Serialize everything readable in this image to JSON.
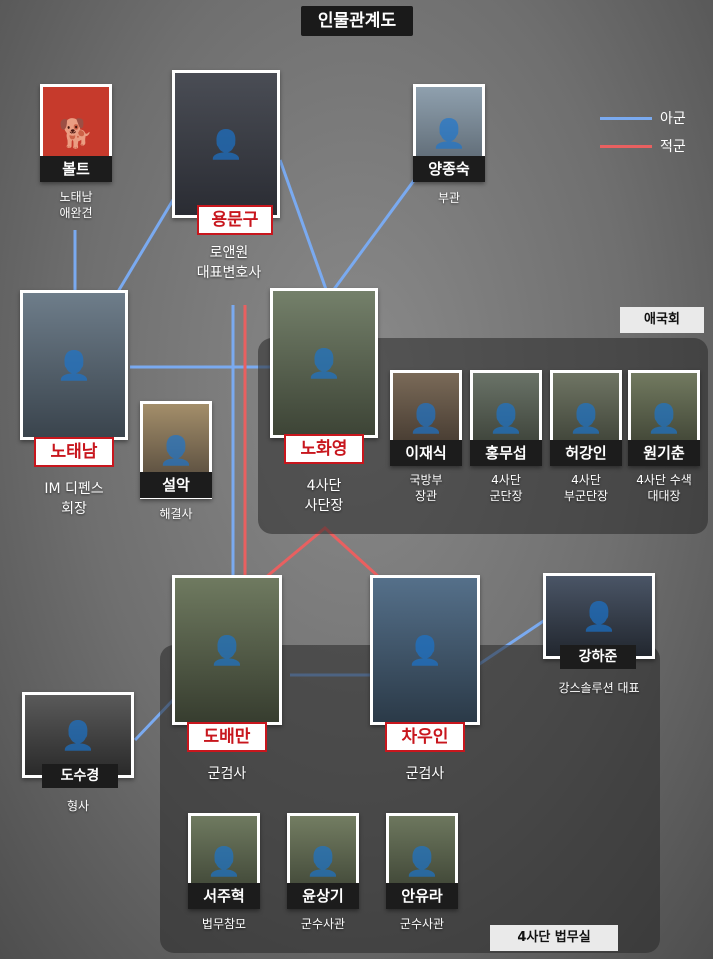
{
  "title": "인물관계도",
  "legend": [
    {
      "label": "아군",
      "color": "#7aaaf0"
    },
    {
      "label": "적군",
      "color": "#e96060"
    }
  ],
  "groups": {
    "aegukhoe": "애국회",
    "legal": "4사단 법무실"
  },
  "people": {
    "bolt": {
      "name": "볼트",
      "role": "노태남\n애완견"
    },
    "yong": {
      "name": "용문구",
      "role": "로앤원\n대표변호사"
    },
    "yang": {
      "name": "양종숙",
      "role": "부관"
    },
    "nohtaenam": {
      "name": "노태남",
      "role": "IM 디펜스\n회장"
    },
    "seolak": {
      "name": "설악",
      "role": "해결사"
    },
    "nohwayoung": {
      "name": "노화영",
      "role": "4사단\n사단장"
    },
    "leejaesik": {
      "name": "이재식",
      "role": "국방부\n장관"
    },
    "hongmuseop": {
      "name": "홍무섭",
      "role": "4사단\n군단장"
    },
    "heogangin": {
      "name": "허강인",
      "role": "4사단\n부군단장"
    },
    "wongichun": {
      "name": "원기춘",
      "role": "4사단 수색\n대대장"
    },
    "kanghajun": {
      "name": "강하준",
      "role": "강스솔루션 대표"
    },
    "dobaeman": {
      "name": "도배만",
      "role": "군검사"
    },
    "chawooin": {
      "name": "차우인",
      "role": "군검사"
    },
    "dosukyung": {
      "name": "도수경",
      "role": "형사"
    },
    "seojuhyuk": {
      "name": "서주혁",
      "role": "법무참모"
    },
    "yunsanggi": {
      "name": "윤상기",
      "role": "군수사관"
    },
    "anyura": {
      "name": "안유라",
      "role": "군수사관"
    }
  }
}
